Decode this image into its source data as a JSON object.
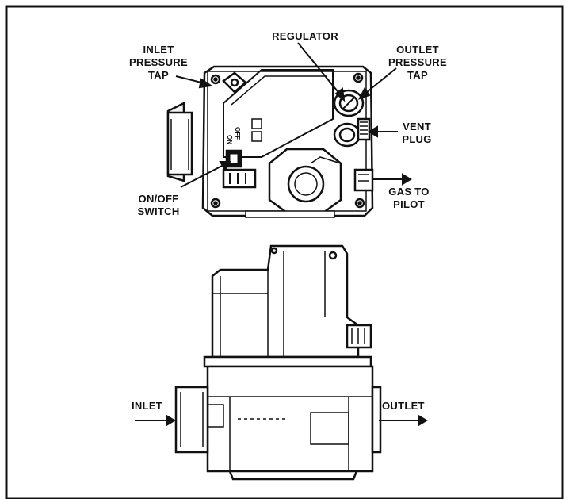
{
  "labels": {
    "inlet_pressure_tap": [
      "INLET",
      "PRESSURE",
      "TAP"
    ],
    "regulator": [
      "REGULATOR"
    ],
    "outlet_pressure_tap": [
      "OUTLET",
      "PRESSURE",
      "TAP"
    ],
    "vent_plug": [
      "VENT",
      "PLUG"
    ],
    "on_off_switch": [
      "ON/OFF",
      "SWITCH"
    ],
    "gas_to_pilot": [
      "GAS TO",
      "PILOT"
    ],
    "inlet": [
      "INLET"
    ],
    "outlet": [
      "OUTLET"
    ]
  },
  "markings": {
    "off": "OFF",
    "on": "ON"
  },
  "colors": {
    "ink": "#111111",
    "paper": "#ffffff"
  }
}
